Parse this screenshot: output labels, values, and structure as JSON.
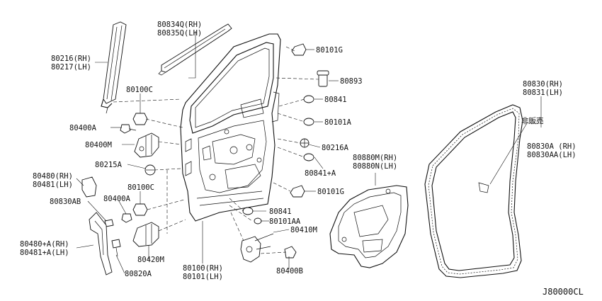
{
  "diagram": {
    "code": "J80000CL",
    "labels": {
      "l80216": "80216(RH)",
      "l80217": "80217(LH)",
      "l80834q": "80834Q(RH)",
      "l80835q": "80835Q(LH)",
      "l80101g_top": "80101G",
      "l80893": "80893",
      "l80841_top": "80841",
      "l80101a_mid": "80101A",
      "l80216a": "80216A",
      "l80841a": "80841+A",
      "l80101g_low": "80101G",
      "l80100c_top": "80100C",
      "l80400a_top": "80400A",
      "l80400m": "80400M",
      "l80215a": "80215A",
      "l80480": "80480(RH)",
      "l80481": "80481(LH)",
      "l80100c_low": "80100C",
      "l80400a_low": "80400A",
      "l80830ab": "80830AB",
      "l80480a": "80480+A(RH)",
      "l80481a": "80481+A(LH)",
      "l80820a": "80820A",
      "l80420m": "80420M",
      "l80100": "80100(RH)",
      "l80101": "80101(LH)",
      "l80841_low": "80841",
      "l80101aa": "80101AA",
      "l80410m": "80410M",
      "l80400b": "80400B",
      "l80880m": "80880M(RH)",
      "l80880n": "80880N(LH)",
      "l80830": "80830(RH)",
      "l80831": "80831(LH)",
      "l_not_sold": "非販売",
      "l80830a": "80830A (RH)",
      "l80830aa": "80830AA(LH)"
    }
  }
}
